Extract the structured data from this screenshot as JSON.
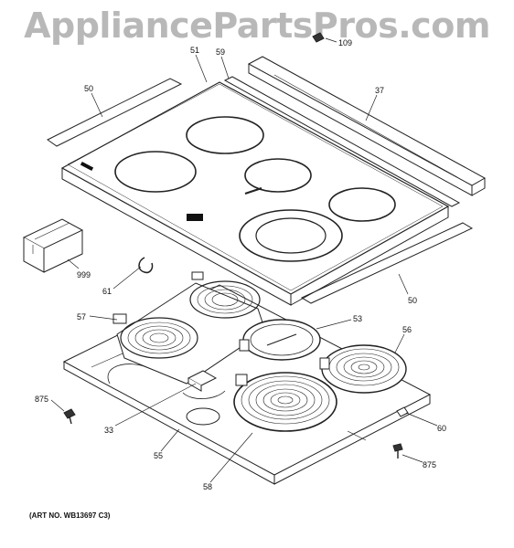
{
  "watermark": "AppliancePartsPros.com",
  "art_number": "(ART NO. WB13697 C3)",
  "callouts": {
    "c51": "51",
    "c59": "59",
    "c109": "109",
    "c37": "37",
    "c50a": "50",
    "c50b": "50",
    "c999": "999",
    "c61": "61",
    "c57": "57",
    "c53": "53",
    "c56": "56",
    "c875a": "875",
    "c875b": "875",
    "c33": "33",
    "c60": "60",
    "c55": "55",
    "c58": "58"
  }
}
